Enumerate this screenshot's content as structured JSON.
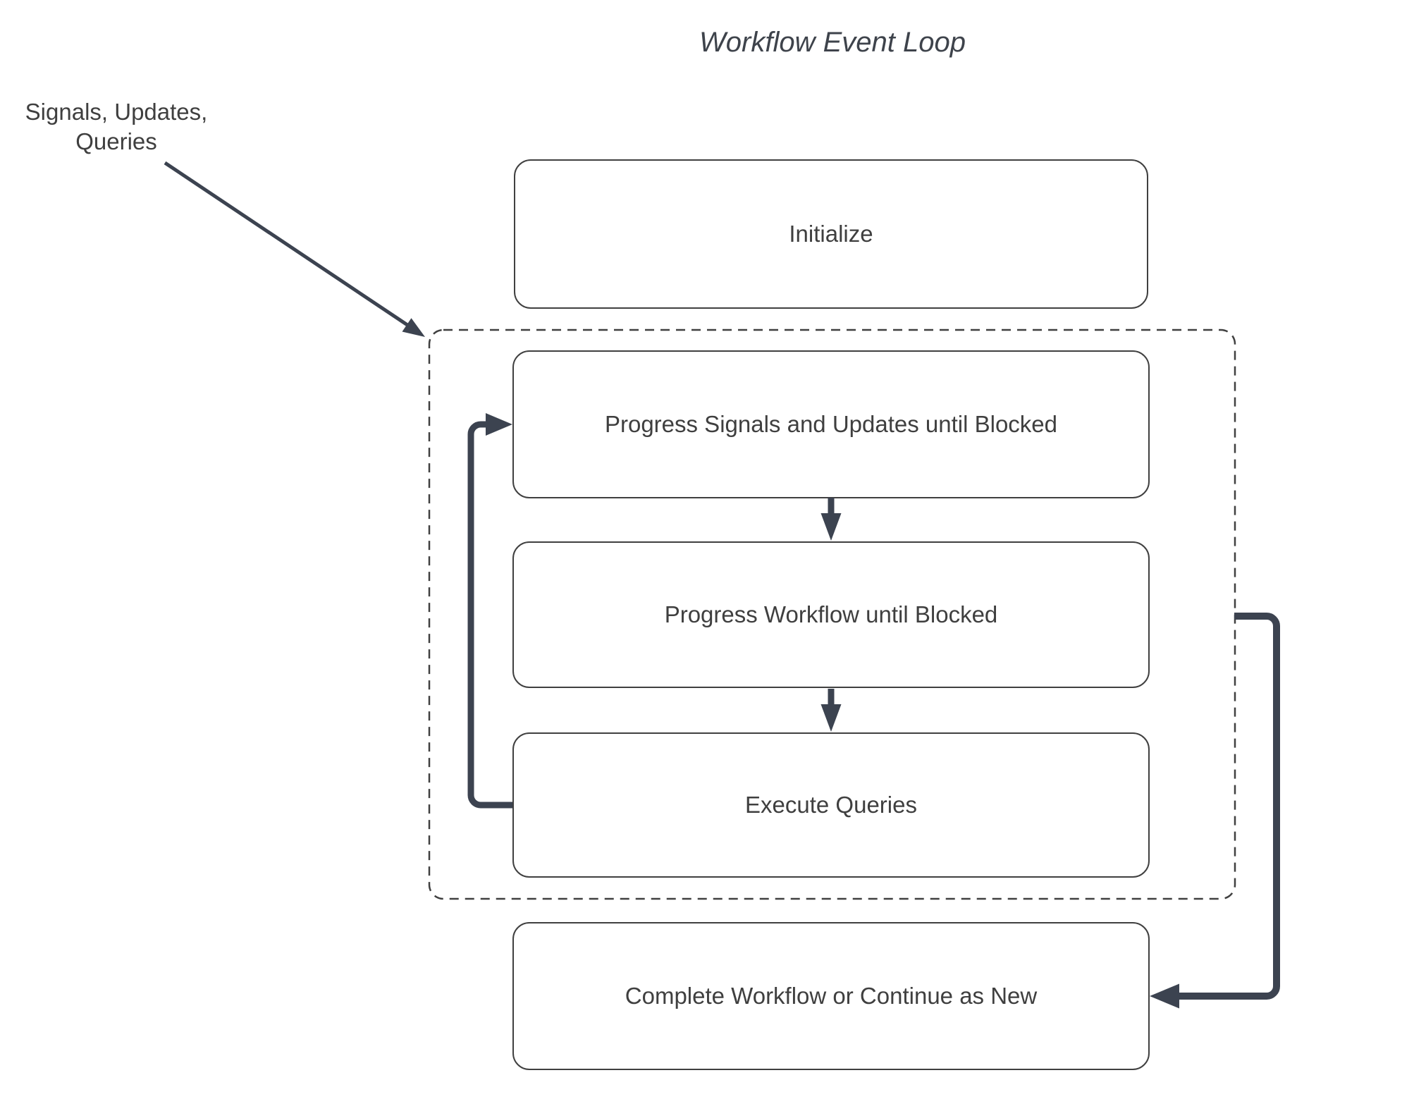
{
  "diagram": {
    "title": "Workflow Event Loop",
    "external_input": {
      "label": "Signals, Updates,\nQueries"
    },
    "nodes": {
      "initialize": {
        "label": "Initialize"
      },
      "progress_signals": {
        "label": "Progress Signals and Updates until Blocked"
      },
      "progress_workflow": {
        "label": "Progress Workflow until Blocked"
      },
      "execute_queries": {
        "label": "Execute Queries"
      },
      "complete": {
        "label": "Complete Workflow or Continue as New"
      }
    },
    "colors": {
      "arrow": "#3c4350",
      "node_border": "#404040",
      "text": "#3f3f3f"
    }
  }
}
